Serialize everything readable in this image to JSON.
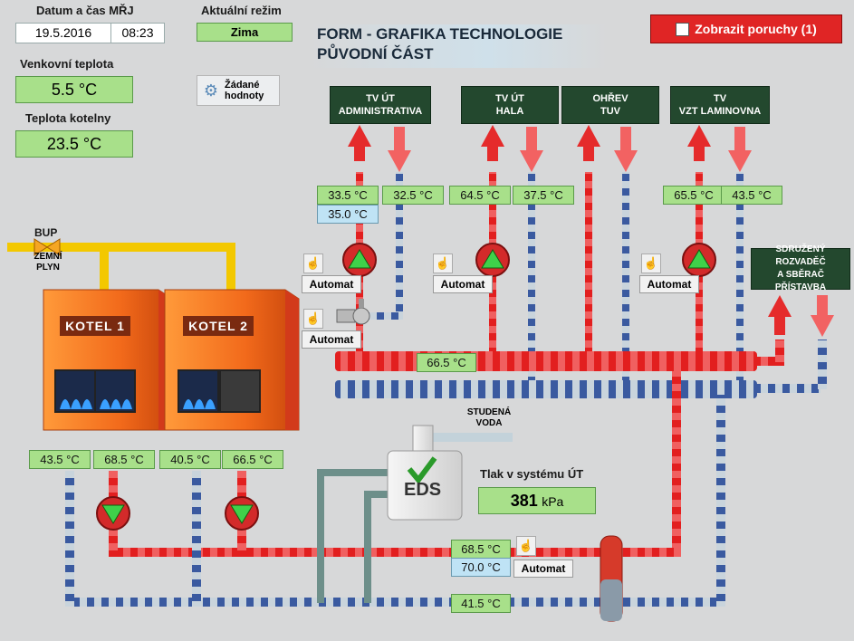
{
  "header": {
    "datetime_label": "Datum a čas MŘJ",
    "date": "19.5.2016",
    "time": "08:23",
    "mode_label": "Aktuální režim",
    "mode_value": "Zima",
    "title_line1": "FORM - GRAFIKA TECHNOLOGIE",
    "title_line2": "PŮVODNÍ ČÁST",
    "faults_button": "Zobrazit poruchy (1)"
  },
  "left_panel": {
    "outdoor_label": "Venkovní teplota",
    "outdoor_value": "5.5 °C",
    "boiler_room_label": "Teplota kotelny",
    "boiler_room_value": "23.5 °C",
    "setpoints_label_1": "Žádané",
    "setpoints_label_2": "hodnoty"
  },
  "gas": {
    "bup_label": "BUP",
    "gas_label_1": "ZEMNÍ",
    "gas_label_2": "PLYN"
  },
  "circuits": {
    "admin": {
      "line1": "TV ÚT",
      "line2": "ADMINISTRATIVA",
      "supply": "33.5 °C",
      "return": "32.5 °C",
      "setpoint": "35.0 °C"
    },
    "hala": {
      "line1": "TV ÚT",
      "line2": "HALA",
      "supply": "64.5 °C",
      "return": "37.5 °C"
    },
    "tuv": {
      "line1": "OHŘEV",
      "line2": "TUV"
    },
    "vzt": {
      "line1": "TV",
      "line2": "VZT LAMINOVNA",
      "supply": "65.5 °C",
      "return": "43.5 °C"
    },
    "sdruzeny": {
      "line1": "SDRUŽENÝ ROZVADĚČ",
      "line2": "A SBĚRAČ PŘÍSTAVBA"
    }
  },
  "automat_label": "Automat",
  "hand_icon": "hand-pointer-icon",
  "distributor_temp": "66.5 °C",
  "boilers": {
    "kotel1": {
      "label": "KOTEL  1",
      "return": "43.5 °C",
      "supply": "68.5 °C"
    },
    "kotel2": {
      "label": "KOTEL  2",
      "return": "40.5 °C",
      "supply": "66.5 °C"
    }
  },
  "eds": {
    "label": "EDS",
    "cold_water_1": "STUDENÁ",
    "cold_water_2": "VODA"
  },
  "pressure": {
    "label": "Tlak v systému ÚT",
    "value": "381",
    "unit": "kPa"
  },
  "bottom": {
    "supply": "68.5 °C",
    "setpoint": "70.0 °C",
    "return": "41.5 °C"
  },
  "colors": {
    "supply_pipe": "#e52b2b",
    "return_pipe": "#3a5aa0",
    "gas_pipe": "#f3c800",
    "boiler": "#f26a1b",
    "sign_bg": "#23482e",
    "fault_button": "#e02525"
  }
}
